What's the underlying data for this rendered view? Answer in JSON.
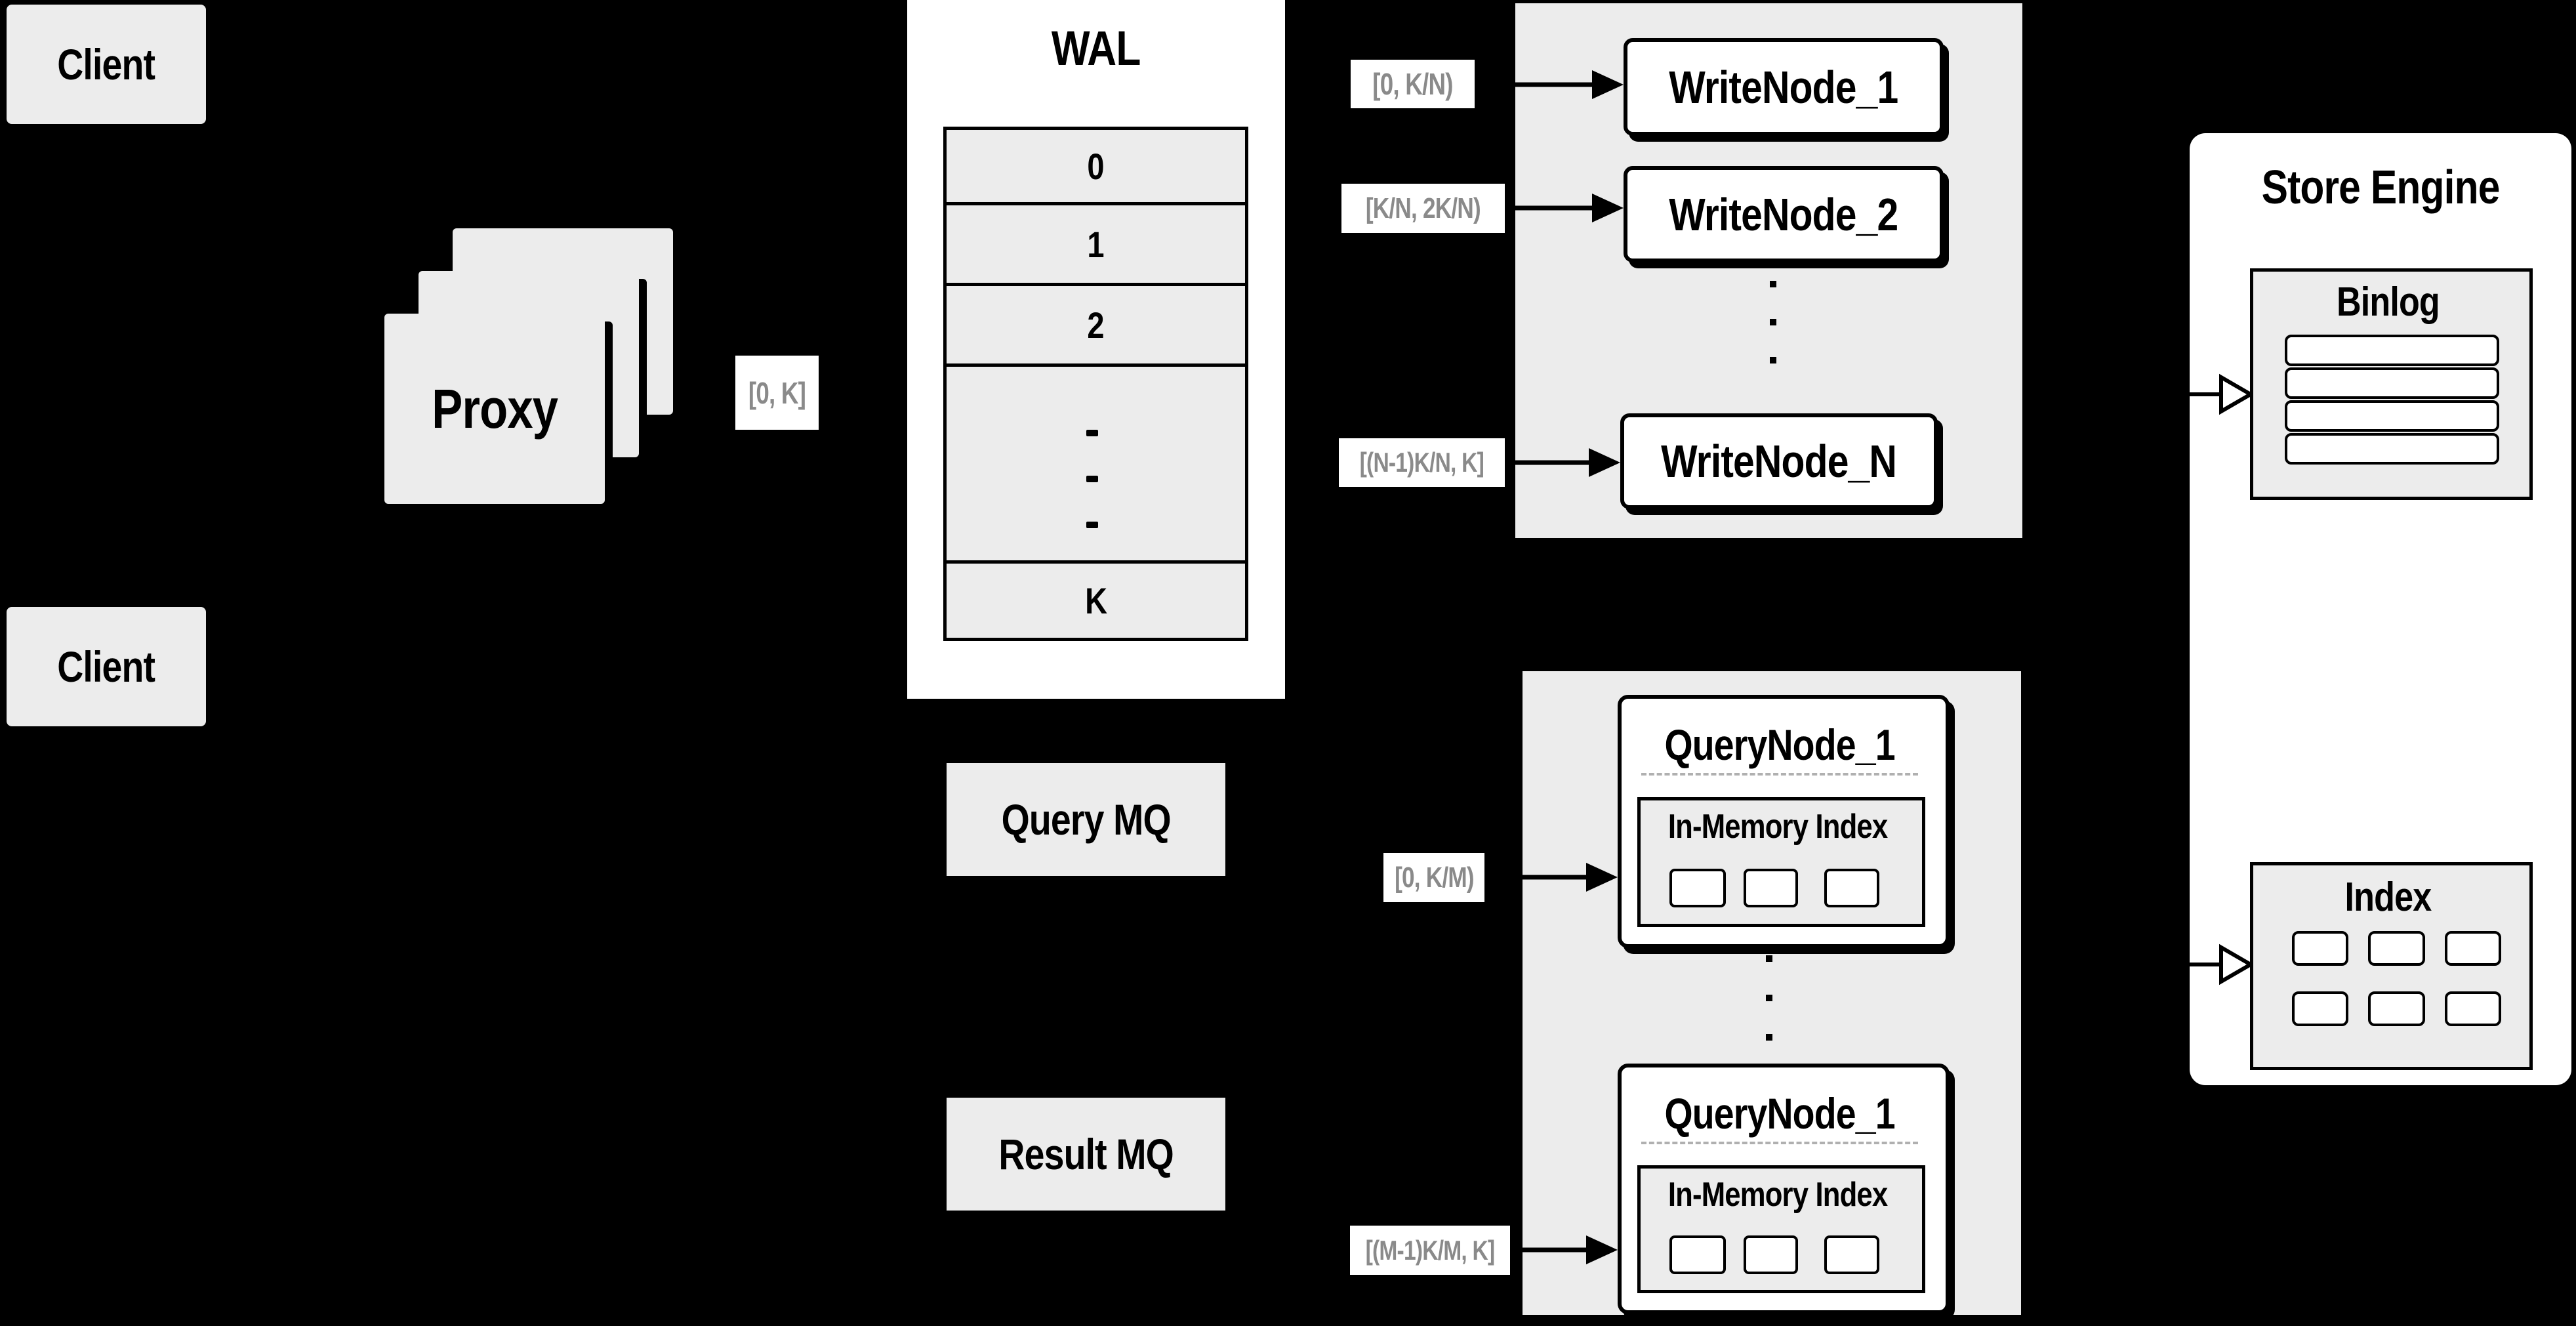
{
  "colors": {
    "background": "#000000",
    "box_fill": "#ececec",
    "node_fill": "#ffffff",
    "border": "#000000",
    "label_text": "#8a8a8a",
    "dashed_divider": "#b0b0b0"
  },
  "clients": {
    "top": "Client",
    "bottom": "Client"
  },
  "proxy": {
    "label": "Proxy"
  },
  "wal": {
    "title": "WAL",
    "rows": [
      "0",
      "1",
      "2",
      "K"
    ]
  },
  "flow_labels": {
    "proxy_out": "[0, K]",
    "write1": "[0, K/N)",
    "write2": "[K/N, 2K/N)",
    "writeN": "[(N-1)K/N, K]",
    "query1": "[0, K/M)",
    "queryM": "[(M-1)K/M, K]"
  },
  "write_pool": {
    "node1": "WriteNode_1",
    "node2": "WriteNode_2",
    "nodeN": "WriteNode_N"
  },
  "store_engine": {
    "title": "Store Engine",
    "binlog_title": "Binlog",
    "index_title": "Index"
  },
  "mq": {
    "query": "Query MQ",
    "result": "Result MQ"
  },
  "query_pool": {
    "node_top": {
      "title": "QueryNode_1",
      "inmem_title": "In-Memory Index"
    },
    "node_bottom": {
      "title": "QueryNode_1",
      "inmem_title": "In-Memory Index"
    }
  }
}
